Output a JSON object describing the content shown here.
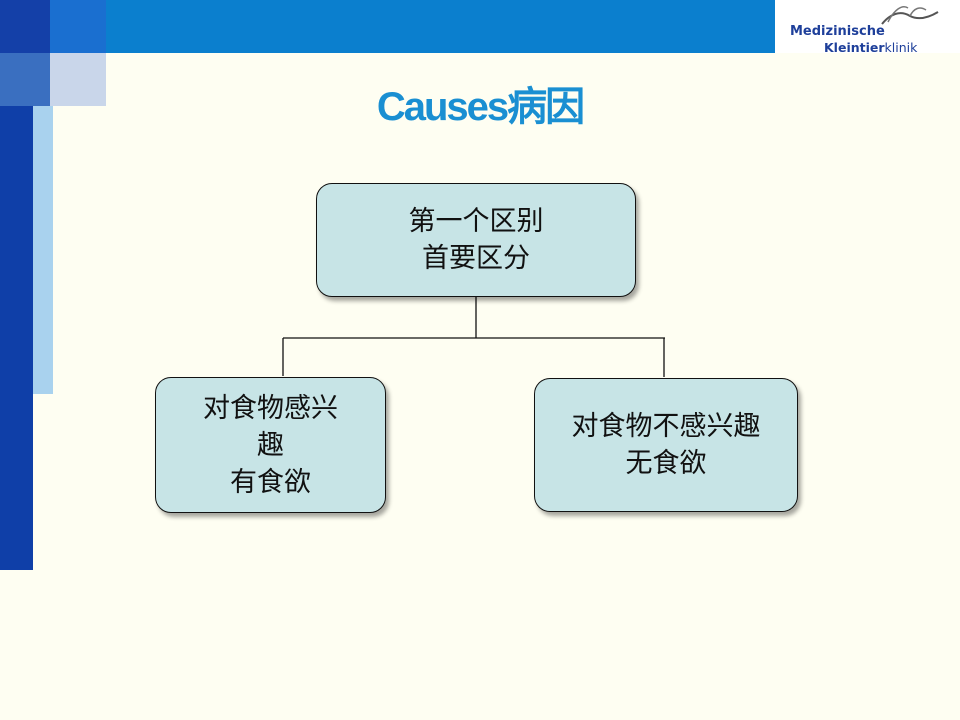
{
  "logo": {
    "line1": "Medizinische",
    "line2_bold": "Kleintier",
    "line2_rest": "klinik"
  },
  "title": "Causes病因",
  "diagram": {
    "root": {
      "lines": [
        "第一个区别",
        "首要区分"
      ]
    },
    "left": {
      "lines": [
        "对食物感兴",
        "趣",
        "有食欲"
      ]
    },
    "right": {
      "lines": [
        "对食物不感兴趣",
        "无食欲"
      ]
    }
  },
  "colors": {
    "box_fill": "#c7e4e6",
    "title": "#1a8fd2",
    "background": "#fefef2",
    "header_blue": "#0b7fce",
    "strip_dark": "#0f3fa8",
    "strip_light": "#a9d2ee"
  }
}
